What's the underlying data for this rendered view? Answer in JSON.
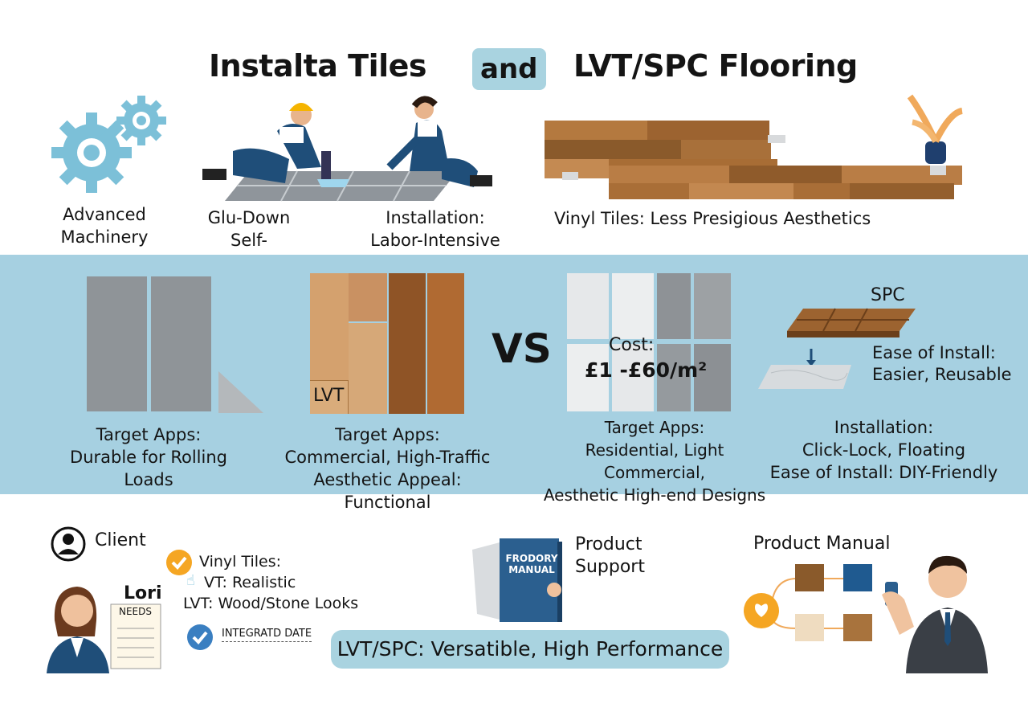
{
  "header": {
    "title_left": "Instalta Tiles",
    "and": "and",
    "title_right": "LVT/SPC Flooring"
  },
  "top": {
    "machinery": [
      "Advanced",
      "Machinery"
    ],
    "glue": [
      "Glu-Down",
      "Self-adhesive"
    ],
    "install": [
      "Installation:",
      "Labor-Intensive"
    ],
    "vinyl_note": "Vinyl Tiles: Less Presigious Aesthetics"
  },
  "comparison": {
    "vs": "VS",
    "left_col": {
      "line1": "Target Apps:",
      "line2": "Durable for Rolling Loads"
    },
    "lvt_col": {
      "badge": "LVT",
      "line1": "Target Apps:",
      "line2": "Commercial, High-Traffic",
      "line3": "Aesthetic Appeal: Functional"
    },
    "cost_col": {
      "cost_label": "Cost:",
      "cost_value": "£1 -£60/m²",
      "line1": "Target Apps:",
      "line2": "Residential, Light Commercial,",
      "line3": "Aesthetic High-end Designs"
    },
    "spc_col": {
      "title": "SPC",
      "ease1": "Ease of Install:",
      "ease2": "Easier, Reusable",
      "line1": "Installation:",
      "line2": "Click-Lock, Floating",
      "line3": "Ease of Install: DIY-Friendly"
    }
  },
  "bottom": {
    "client_label": "Client",
    "client_name": "Lori",
    "needs": "NEEDS",
    "checks": [
      "Vinyl Tiles:",
      "VT: Realistic",
      "LVT: Wood/Stone Looks"
    ],
    "integrated": "INTEGRATD DATE",
    "manual_book": [
      "FRODORY",
      "MANUAL"
    ],
    "product_support": [
      "Product",
      "Support"
    ],
    "pill": "LVT/SPC: Versatible, High Performance",
    "product_manual": "Product Manual"
  },
  "colors": {
    "band": "#a6d0e1",
    "gear": "#7cc0d8",
    "navy": "#1f4e79",
    "orange": "#f5a623",
    "wood_dark": "#8a5a2b",
    "wood_light": "#c48a52"
  }
}
